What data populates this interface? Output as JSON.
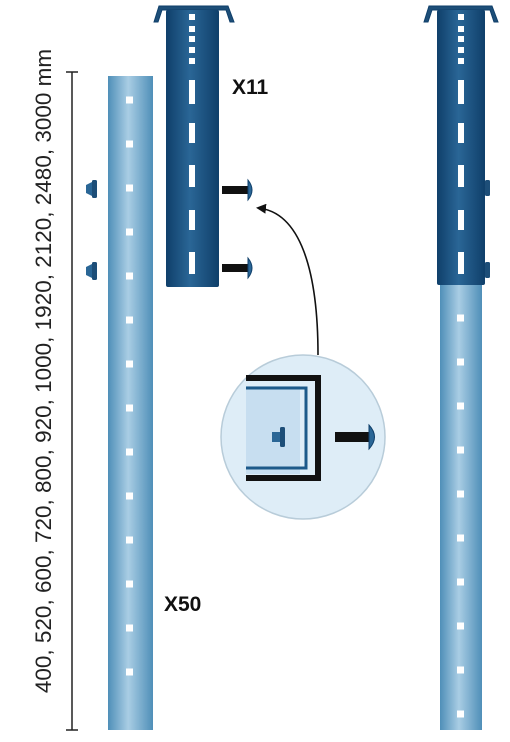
{
  "lengths_label": "400, 520, 600, 720, 800, 920, 1000, 1920, 2120, 2480, 3000 mm",
  "connector_label": "X11",
  "upright_label": "X50",
  "icons": {
    "upright": "perforated-upright",
    "connector": "channel-connector",
    "bolt": "bolt-icon",
    "nut": "nut-icon",
    "detail": "detail-magnifier",
    "pointer": "curved-arrow"
  },
  "colors": {
    "upright_light": "#4f8fb8",
    "upright_mid": "#a9cde4",
    "connector_dark": "#0f3f6a",
    "connector_mid": "#2a6696",
    "detail_fill": "#deedf7",
    "detail_stroke": "#b8ccd9"
  }
}
